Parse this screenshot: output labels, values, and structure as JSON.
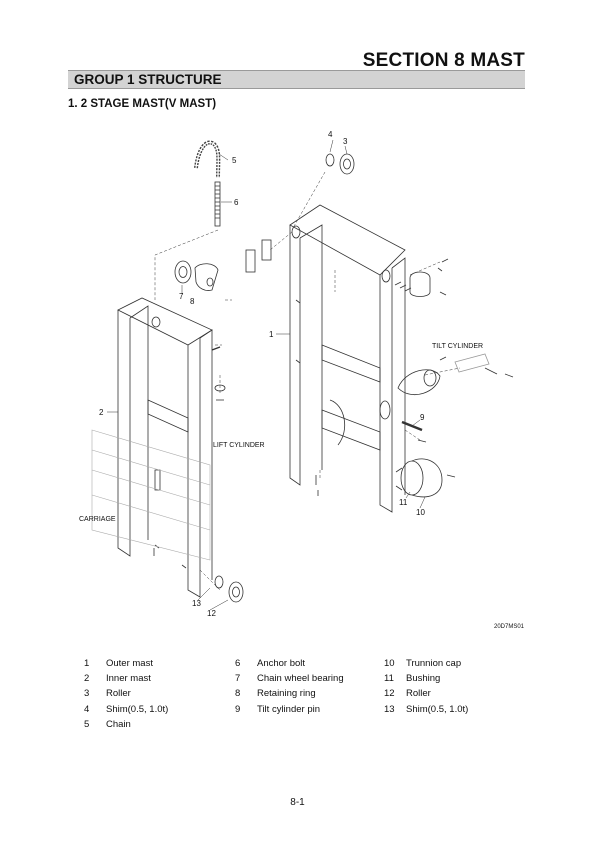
{
  "header": {
    "section_title": "SECTION 8  MAST",
    "group_title": "GROUP 1  STRUCTURE",
    "subtitle": "1. 2 STAGE MAST(V MAST)"
  },
  "diagram": {
    "code": "20D7MS01",
    "labels": {
      "tilt_cylinder": "TILT CYLINDER",
      "lift_cylinder": "LIFT CYLINDER",
      "carriage": "CARRIAGE"
    },
    "callouts": [
      "4",
      "3",
      "5",
      "6",
      "7",
      "8",
      "1",
      "9",
      "2",
      "11",
      "10",
      "13",
      "12"
    ]
  },
  "legend": {
    "columns": [
      [
        {
          "num": "1",
          "name": "Outer mast"
        },
        {
          "num": "2",
          "name": "Inner mast"
        },
        {
          "num": "3",
          "name": "Roller"
        },
        {
          "num": "4",
          "name": "Shim(0.5, 1.0t)"
        },
        {
          "num": "5",
          "name": "Chain"
        }
      ],
      [
        {
          "num": "6",
          "name": "Anchor bolt"
        },
        {
          "num": "7",
          "name": "Chain wheel bearing"
        },
        {
          "num": "8",
          "name": "Retaining ring"
        },
        {
          "num": "9",
          "name": "Tilt cylinder pin"
        }
      ],
      [
        {
          "num": "10",
          "name": "Trunnion cap"
        },
        {
          "num": "11",
          "name": "Bushing"
        },
        {
          "num": "12",
          "name": "Roller"
        },
        {
          "num": "13",
          "name": "Shim(0.5, 1.0t)"
        }
      ]
    ]
  },
  "footer": {
    "page_number": "8-1"
  }
}
